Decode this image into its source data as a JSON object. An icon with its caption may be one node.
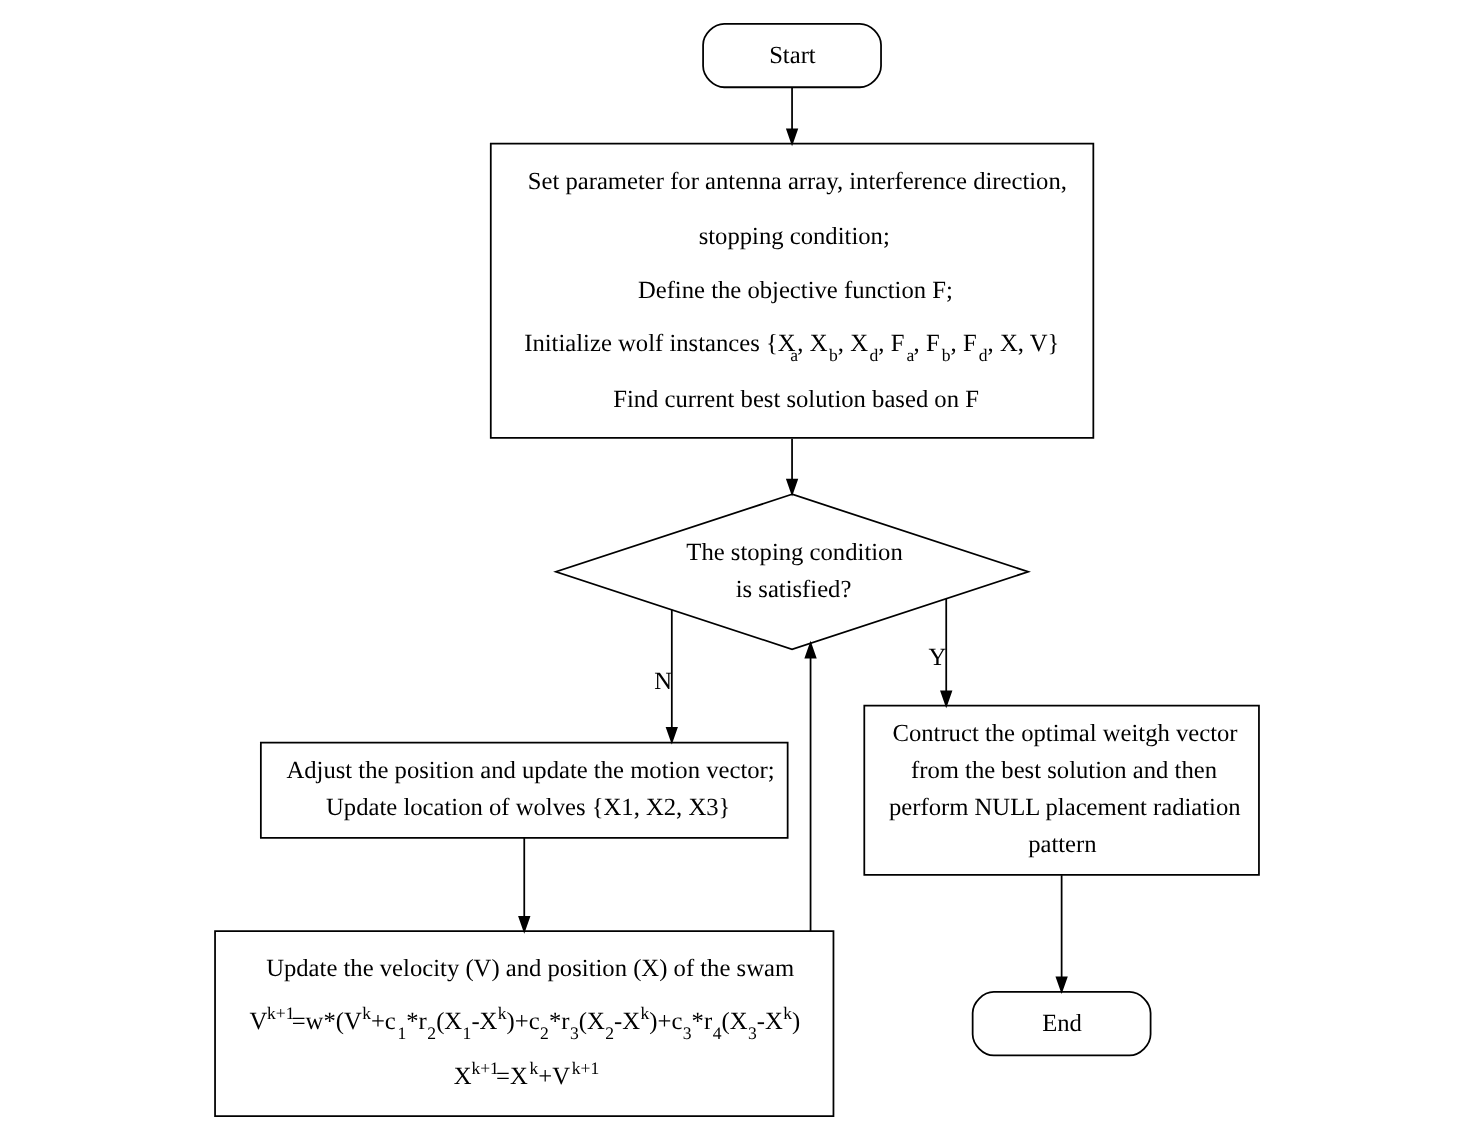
{
  "diagram": {
    "nodes": [
      {
        "text": [
          "Start"
        ]
      },
      {
        "text": [
          "Set parameter for antenna array, interference direction, stopping condition;",
          "Define the objective function F;",
          "Initialize wolf instances {X$_{a}$, X$_{b}$, X$_{d}$, F$_{a}$, F$_{b}$, F$_{d}$, X, V}",
          "Find current best solution based on F"
        ]
      },
      {
        "text": [
          "The stoping condition is satisfied?"
        ]
      },
      {
        "text": [
          "Adjust the position and update the motion vector;",
          "Update location of wolves {X1, X2, X3}"
        ]
      },
      {
        "text": [
          "Update the velocity (V) and position (X) of the swam",
          "V$^{k+1}$=w*(V$^{k}$+c$_{1}$*r$_{2}$(X$_{1}$-X$^{k}$)+c$_{2}$*r$_{3}$(X$_{2}$-X$^{k}$)+c$_{3}$*r$_{4}$(X$_{3}$-X$^{k}$)",
          "X$^{k+1}$=X$^{k}$+V$^{k+1}$"
        ]
      },
      {
        "text": [
          "Contruct the optimal weitgh vector from the best solution and then perform NULL placement radiation pattern"
        ]
      },
      {
        "text": [
          "End"
        ]
      }
    ],
    "edges": [
      {
        "from": 0,
        "to": 1,
        "arrow": "to"
      },
      {
        "from": 1,
        "to": 2,
        "arrow": "to"
      },
      {
        "from": 2,
        "to": 3,
        "arrow": "to",
        "label": "N"
      },
      {
        "from": 2,
        "to": 5,
        "arrow": "to",
        "label": "Y"
      },
      {
        "from": 3,
        "to": 4,
        "arrow": "to"
      },
      {
        "from": 4,
        "to": 2,
        "arrow": "to"
      },
      {
        "from": 5,
        "to": 6,
        "arrow": "to"
      }
    ]
  }
}
